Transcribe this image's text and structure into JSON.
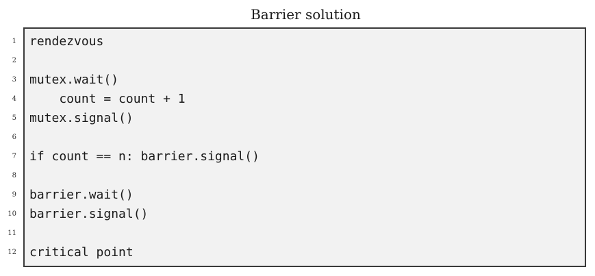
{
  "caption": "Barrier solution",
  "listing": {
    "lines": [
      {
        "no": "1",
        "code": "rendezvous"
      },
      {
        "no": "2",
        "code": ""
      },
      {
        "no": "3",
        "code": "mutex.wait()"
      },
      {
        "no": "4",
        "code": "    count = count + 1"
      },
      {
        "no": "5",
        "code": "mutex.signal()"
      },
      {
        "no": "6",
        "code": ""
      },
      {
        "no": "7",
        "code": "if count == n: barrier.signal()"
      },
      {
        "no": "8",
        "code": ""
      },
      {
        "no": "9",
        "code": "barrier.wait()"
      },
      {
        "no": "10",
        "code": "barrier.signal()"
      },
      {
        "no": "11",
        "code": ""
      },
      {
        "no": "12",
        "code": "critical point"
      }
    ]
  }
}
